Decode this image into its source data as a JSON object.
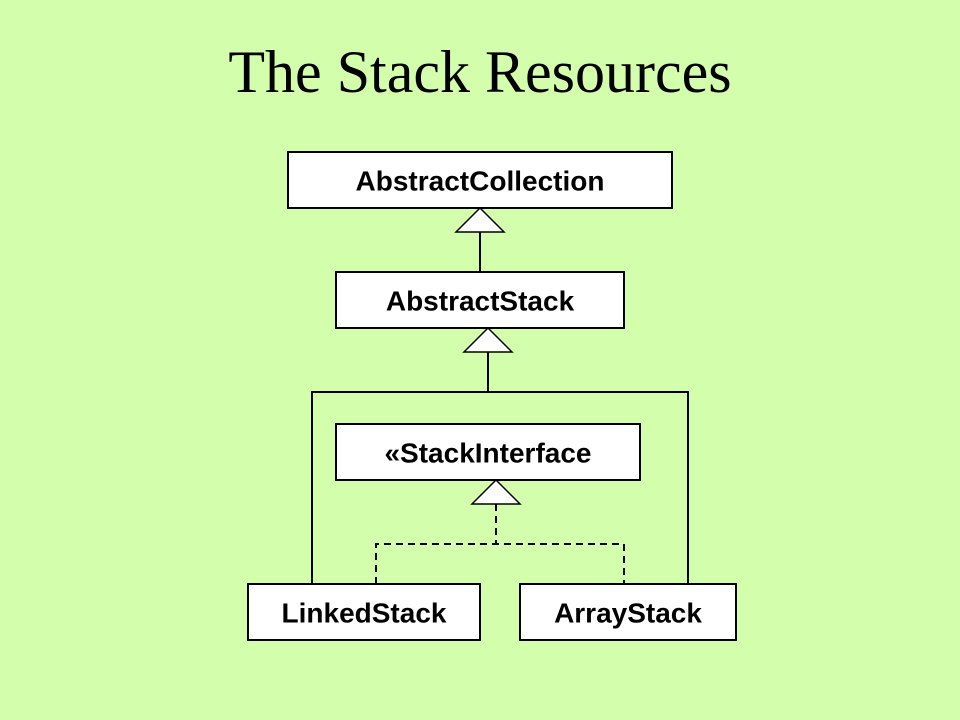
{
  "title": "The Stack Resources",
  "colors": {
    "background": "#d3ffad",
    "box_fill": "#ffffff",
    "line": "#000000"
  },
  "classes": {
    "abstract_collection": "AbstractCollection",
    "abstract_stack": "AbstractStack",
    "stack_interface": "«StackInterface",
    "linked_stack": "LinkedStack",
    "array_stack": "ArrayStack"
  },
  "relationships": [
    {
      "from": "AbstractStack",
      "to": "AbstractCollection",
      "kind": "inheritance"
    },
    {
      "from": "LinkedStack",
      "to": "AbstractStack",
      "kind": "inheritance"
    },
    {
      "from": "ArrayStack",
      "to": "AbstractStack",
      "kind": "inheritance"
    },
    {
      "from": "LinkedStack",
      "to": "StackInterface",
      "kind": "realization"
    },
    {
      "from": "ArrayStack",
      "to": "StackInterface",
      "kind": "realization"
    }
  ]
}
